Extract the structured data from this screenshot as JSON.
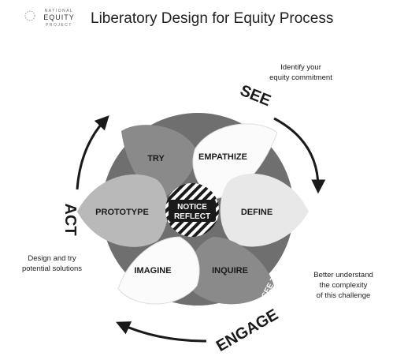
{
  "header": {
    "logo": {
      "line1": "NATIONAL",
      "line2": "EQUITY",
      "line3": "PROJECT"
    },
    "title": "Liberatory Design for Equity Process"
  },
  "diagram": {
    "phases": {
      "see": "SEE",
      "engage": "ENGAGE",
      "act": "ACT",
      "see_the_system": "SEE THE SYSTEM"
    },
    "notes": {
      "see_line1": "Identify your",
      "see_line2": "equity commitment",
      "engage_line1": "Better understand",
      "engage_line2": "the complexity",
      "engage_line3": "of this challenge",
      "act_line1": "Design and try",
      "act_line2": "potential solutions"
    },
    "petals": {
      "try": "TRY",
      "empathize": "EMPATHIZE",
      "define": "DEFINE",
      "inquire": "INQUIRE",
      "imagine": "IMAGINE",
      "prototype": "PROTOTYPE"
    },
    "center": {
      "line1": "NOTICE",
      "line2": "REFLECT"
    },
    "colors": {
      "ring": "#6f6f6f",
      "petal_dark": "#8a8a8a",
      "petal_mid": "#b9b9b9",
      "petal_light": "#e8e8e8",
      "petal_white": "#fbfbfb",
      "text_dark": "#1a1a1a",
      "text_light": "#ffffff"
    }
  }
}
